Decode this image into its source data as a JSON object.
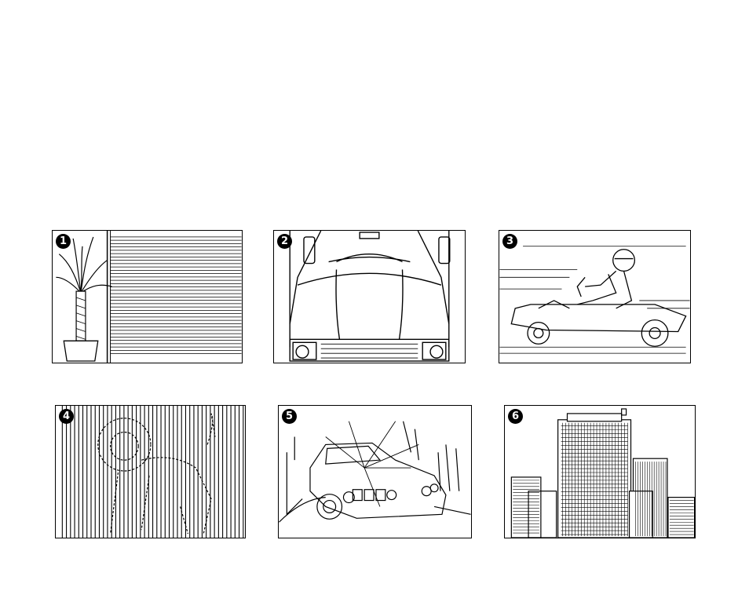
{
  "illustrations": [
    {
      "number": "1",
      "icon": "potted-palm-with-blinds-icon"
    },
    {
      "number": "2",
      "icon": "car-front-view-icon"
    },
    {
      "number": "3",
      "icon": "go-kart-racer-icon"
    },
    {
      "number": "4",
      "icon": "lion-behind-bars-icon"
    },
    {
      "number": "5",
      "icon": "car-with-headlight-glare-icon"
    },
    {
      "number": "6",
      "icon": "city-skyscrapers-icon"
    }
  ]
}
